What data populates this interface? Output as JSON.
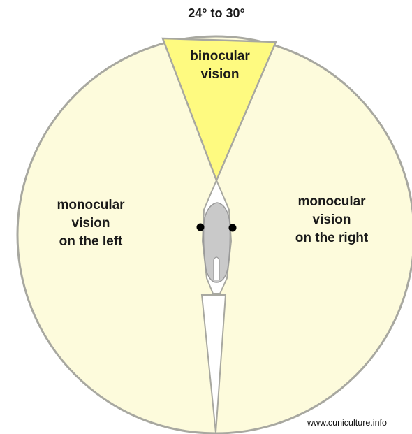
{
  "title": "24° to 30°",
  "zones": {
    "binocular": [
      "binocular",
      "vision"
    ],
    "left": [
      "monocular",
      "vision",
      "on the left"
    ],
    "right": [
      "monocular",
      "vision",
      "on the right"
    ]
  },
  "credit": "www.cuniculture.info",
  "colors": {
    "field": "#fdfbdc",
    "binocular": "#fefa80",
    "outline": "#a8a8a0",
    "head": "#c9c9c9",
    "eye": "#000000"
  }
}
